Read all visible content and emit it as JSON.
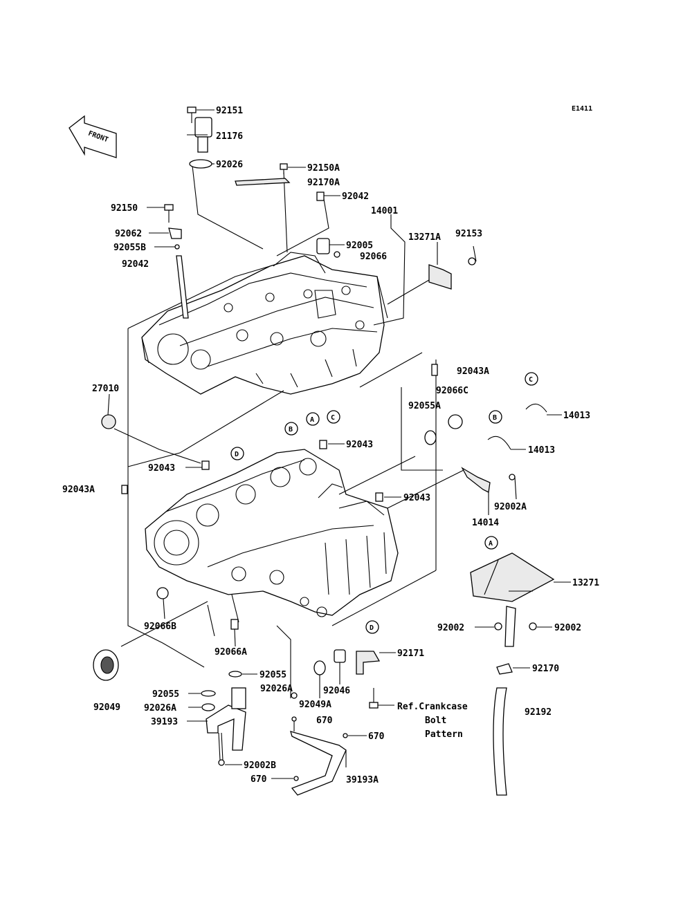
{
  "diagram_id": "E1411",
  "front_label": "FRONT",
  "ref_note": [
    "Ref.Crankcase",
    "Bolt",
    "Pattern"
  ],
  "callouts": {
    "A": "A",
    "B": "B",
    "C": "C",
    "D": "D"
  },
  "parts": [
    "92151",
    "21176",
    "92026",
    "92150A",
    "92170A",
    "92042",
    "14001",
    "92150",
    "92062",
    "92055B",
    "92042",
    "92005",
    "92066",
    "13271A",
    "92153",
    "92043A",
    "92066C",
    "92055A",
    "27010",
    "14013",
    "14013",
    "92043",
    "92043",
    "92043A",
    "92043",
    "92002A",
    "14014",
    "13271",
    "92066B",
    "92066A",
    "92002",
    "92002",
    "92049",
    "92055",
    "92026A",
    "92055",
    "92026A",
    "92171",
    "92046",
    "92170",
    "92049A",
    "670",
    "39193",
    "670",
    "92002B",
    "670",
    "39193A",
    "92192"
  ]
}
